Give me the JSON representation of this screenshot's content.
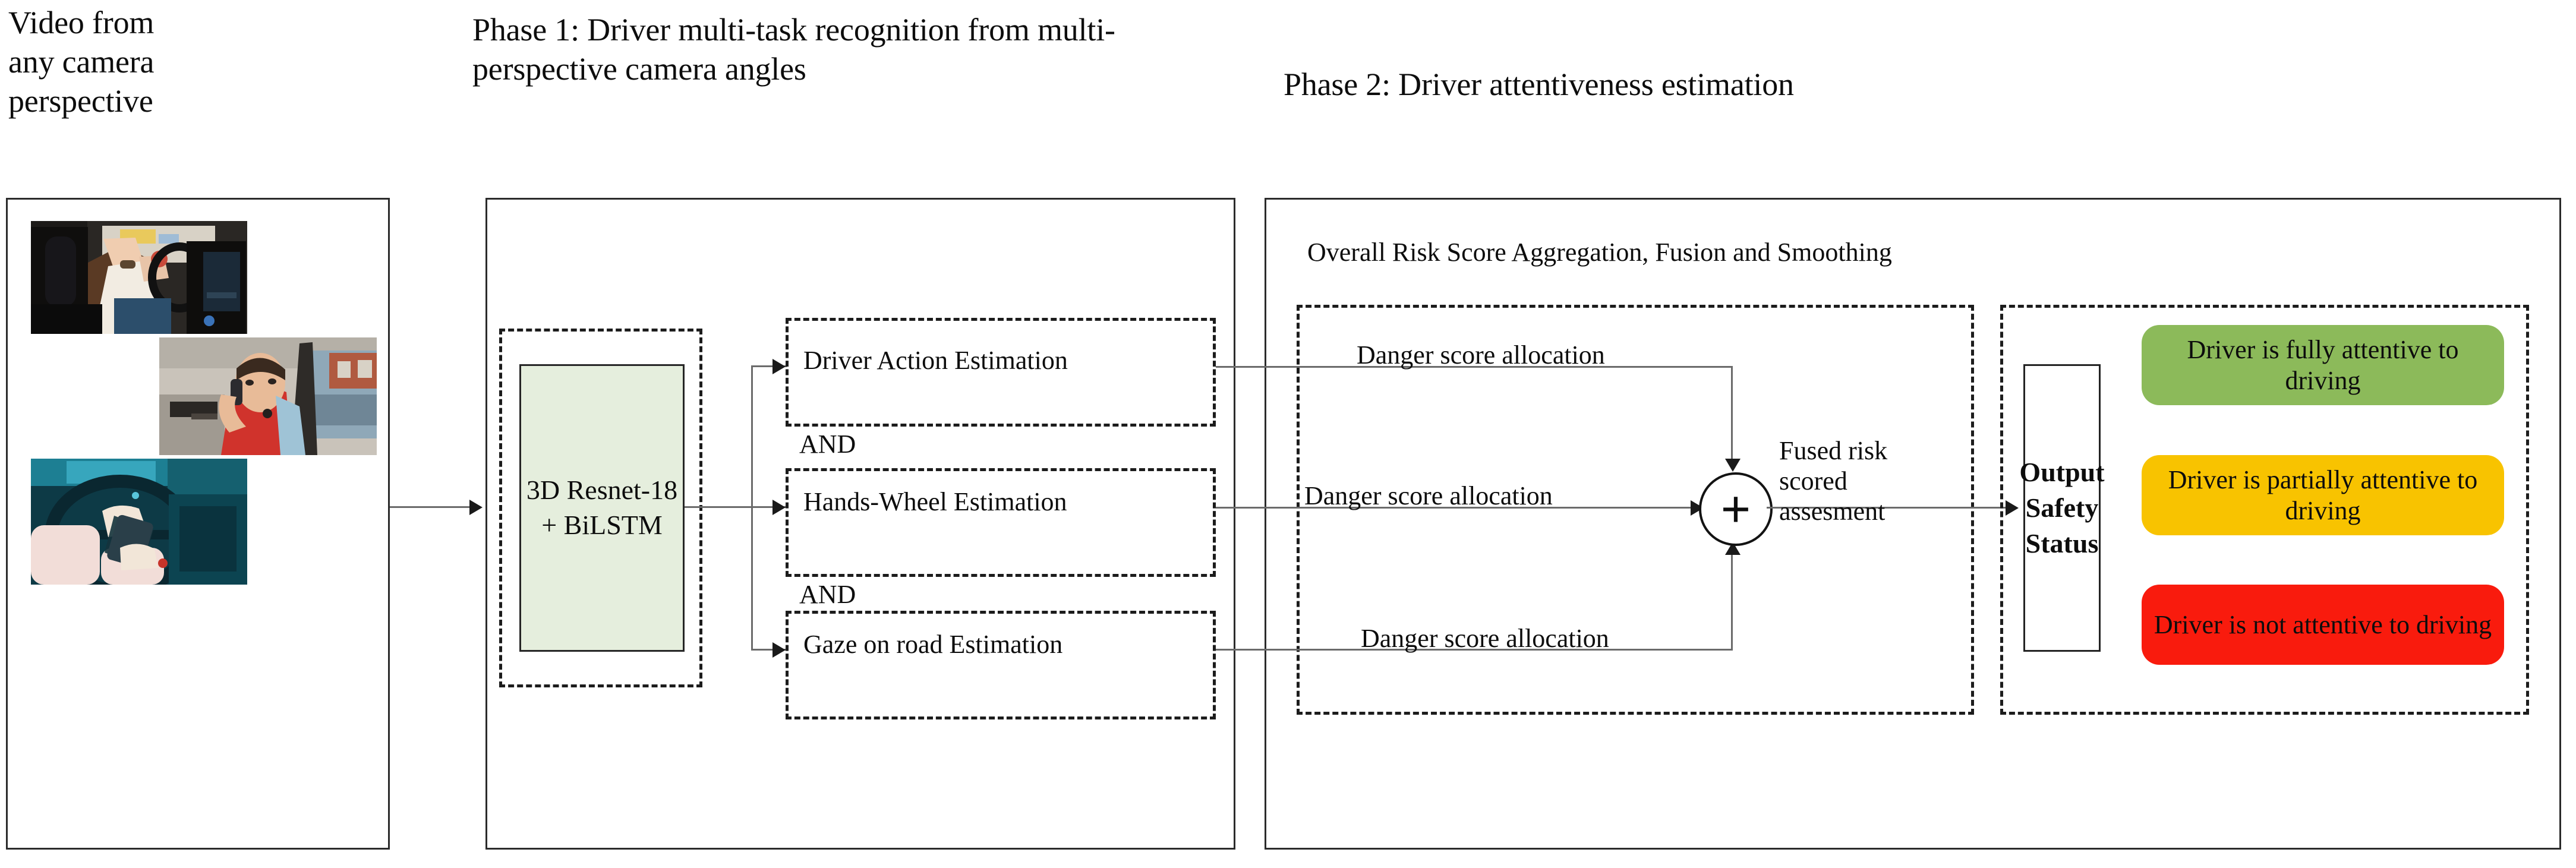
{
  "headings": {
    "left": "Video from any camera perspective",
    "phase1": "Phase 1: Driver multi-task recognition from multi-perspective camera angles",
    "phase2": "Phase 2: Driver attentiveness estimation"
  },
  "phase1": {
    "model_block": "3D Resnet-18 + BiLSTM",
    "tasks": [
      {
        "label": "Driver Action Estimation"
      },
      {
        "label": "Hands-Wheel Estimation"
      },
      {
        "label": "Gaze on road Estimation"
      }
    ],
    "connectors": [
      "AND",
      "AND"
    ]
  },
  "phase2": {
    "aggregation_title": "Overall Risk Score Aggregation, Fusion and Smoothing",
    "danger_labels": [
      "Danger score allocation",
      "Danger score allocation",
      "Danger score allocation"
    ],
    "sum_symbol": "+",
    "fused_label": "Fused risk scored assesment",
    "output_box": "Output Safety Status",
    "statuses": [
      {
        "text": "Driver is fully attentive to driving",
        "color": "#8cba5a"
      },
      {
        "text": "Driver is partially attentive to driving",
        "color": "#f8c300"
      },
      {
        "text": "Driver is not attentive to driving",
        "color": "#f91b0d"
      }
    ]
  },
  "thumbnails": [
    {
      "name": "driver-drinking-thumbnail"
    },
    {
      "name": "driver-phone-call-thumbnail"
    },
    {
      "name": "driver-texting-hands-thumbnail"
    }
  ],
  "colors": {
    "model_block_fill": "#e5eedd",
    "border": "#2b2b2b"
  }
}
